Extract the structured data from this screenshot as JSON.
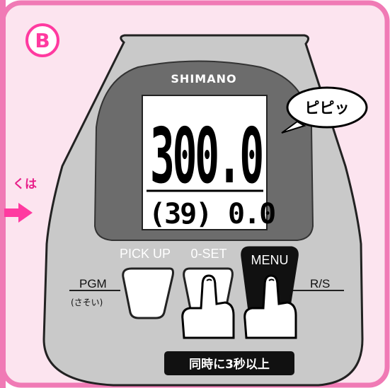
{
  "panel": {
    "step_label": "B",
    "left_caption": "くは"
  },
  "device": {
    "brand": "SHIMANO",
    "display": {
      "main_value": "300.0",
      "sub_left": "(39)",
      "sub_right": "0.0"
    },
    "buttons": {
      "pick_up": "PICK UP",
      "zero_set": "0-SET",
      "menu": "MENU"
    },
    "side_labels": {
      "pgm": "PGM",
      "pgm_sub": "(さそい)",
      "rs": "R/S"
    }
  },
  "speech_bubble": "ピピッ",
  "instruction_banner": "同時に3秒以上",
  "colors": {
    "background": "#fce4ef",
    "border": "#f07ab5",
    "accent": "#ff3aa0",
    "device_outer": "#c9c9c9",
    "device_face": "#6c6c6c",
    "lcd": "#ffffff",
    "menu_button": "#111111"
  }
}
